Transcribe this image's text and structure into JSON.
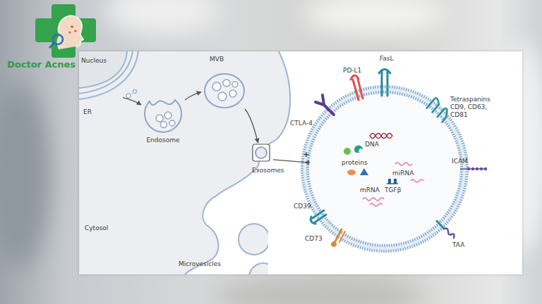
{
  "diagram": {
    "nodes": [
      {
        "text": [
          "Cytosol"
        ]
      },
      {
        "text": [
          "Nucleus"
        ],
        "in": 0
      },
      {
        "text": [
          "ER"
        ],
        "in": 0
      },
      {
        "text": [
          "Endosome"
        ],
        "in": 0
      },
      {
        "text": [
          "MVB"
        ],
        "in": 0
      },
      {
        "text": [
          "Exosomes"
        ]
      },
      {
        "text": [
          "Microvesicles"
        ]
      },
      {
        "text": [
          "DNA",
          "proteins",
          "miRNA",
          "mRNA",
          "TGFβ"
        ]
      }
    ],
    "edges": [
      {
        "from": 2,
        "to": 3,
        "arrow": "to"
      },
      {
        "from": 3,
        "to": 4,
        "arrow": "to"
      },
      {
        "from": 4,
        "to": 5,
        "arrow": "to"
      },
      {
        "from": 5,
        "to": 7,
        "label": "+",
        "arrow": "to"
      }
    ],
    "labels": [
      "Doctor Acnes",
      "PD-L1",
      "FasL",
      "CTLA-4",
      "Tetraspanins CD9, CD63, CD81",
      "ICAM",
      "CD39",
      "CD73",
      "TAA"
    ]
  }
}
